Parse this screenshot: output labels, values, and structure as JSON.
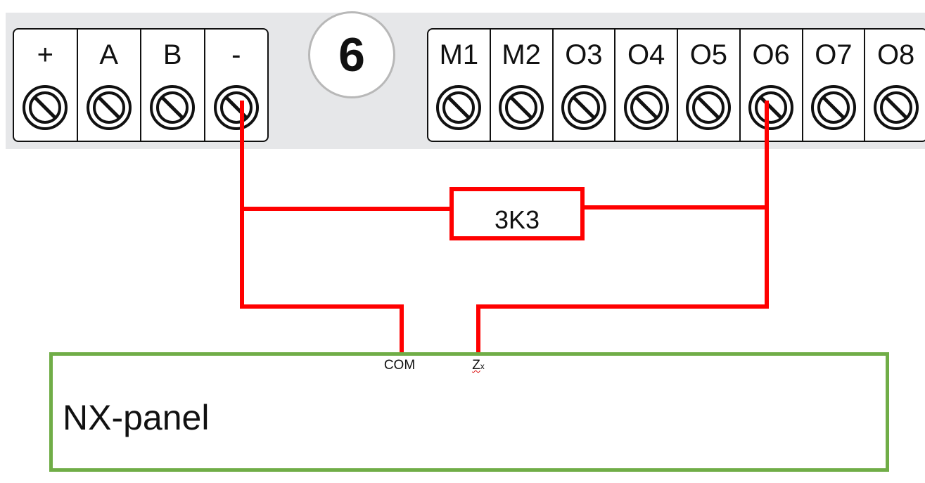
{
  "controller": {
    "badge": "6",
    "left_block": {
      "terminals": [
        {
          "label": "+"
        },
        {
          "label": "A"
        },
        {
          "label": "B"
        },
        {
          "label": "-"
        }
      ]
    },
    "right_block": {
      "terminals": [
        {
          "label": "M1"
        },
        {
          "label": "M2"
        },
        {
          "label": "O3"
        },
        {
          "label": "O4"
        },
        {
          "label": "O5"
        },
        {
          "label": "O6"
        },
        {
          "label": "O7"
        },
        {
          "label": "O8"
        }
      ]
    }
  },
  "resistor": {
    "label": "3K3"
  },
  "panel": {
    "title": "NX-panel",
    "pins": {
      "com": "COM",
      "zx_main": "Z",
      "zx_sub": "x"
    }
  },
  "colors": {
    "wire": "#ff0000",
    "panel_border": "#70ad47",
    "band": "#e6e7e9",
    "badge_border": "#b8b8b8"
  }
}
